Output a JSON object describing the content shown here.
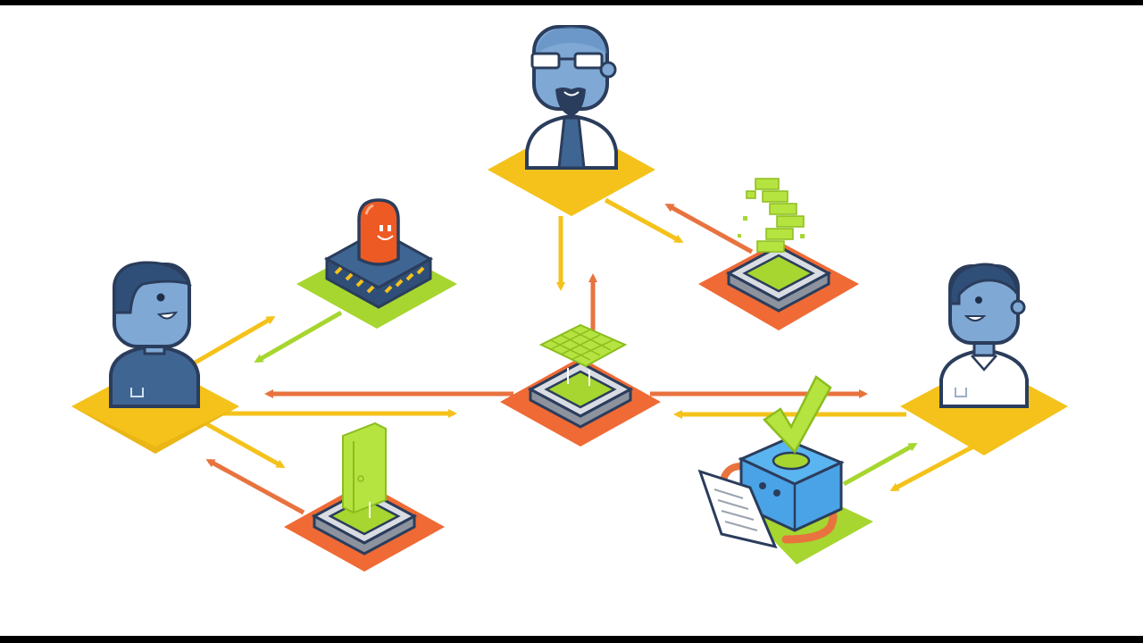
{
  "diagram": {
    "colors": {
      "background": "#ffffff",
      "frame": "#000000",
      "yellow": "#f4c21b",
      "yellow_dark": "#e0a90f",
      "orange": "#ef6a35",
      "orange_arrow": "#e8733f",
      "green": "#a6d62f",
      "green_arrow": "#a6d62f",
      "skin_blue": "#7fa8d4",
      "skin_dark": "#5d8dc1",
      "hair_navy": "#2f4f78",
      "outline": "#2b3d5c",
      "shirt_navy": "#3f6593",
      "shirt_white": "#ffffff",
      "pedestal_gray": "#8c939e",
      "pedestal_top": "#d9dde3",
      "beacon_orange": "#ee5a24",
      "robot_blue": "#4aa3e6"
    },
    "nodes": [
      {
        "name": "person-left",
        "kind": "person",
        "style": "navy-shirt",
        "platform": "yellow"
      },
      {
        "name": "person-top",
        "kind": "person",
        "style": "glasses-tie",
        "platform": "yellow"
      },
      {
        "name": "person-right",
        "kind": "person",
        "style": "white-shirt",
        "platform": "yellow"
      },
      {
        "name": "alarm-beacon",
        "kind": "device",
        "platform": "green"
      },
      {
        "name": "center-pedestal",
        "kind": "pedestal",
        "artifact": "grid",
        "platform": "orange"
      },
      {
        "name": "upper-right-pedestal",
        "kind": "pedestal",
        "artifact": "stairs",
        "platform": "orange"
      },
      {
        "name": "lower-left-pedestal",
        "kind": "pedestal",
        "artifact": "bar",
        "platform": "orange"
      },
      {
        "name": "robot",
        "kind": "robot",
        "artifact": "checkmark",
        "platform": "green"
      }
    ]
  }
}
